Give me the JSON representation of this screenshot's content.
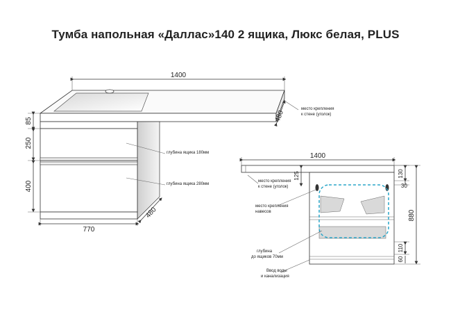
{
  "title": "Тумба напольная «Даллас»140  2 ящика, Люкс белая, PLUS",
  "left_view": {
    "width_top": "1400",
    "depth_top": "480",
    "height_top": "85",
    "drawer1_height": "250",
    "drawer2_height": "400",
    "base_width": "770",
    "base_depth": "480",
    "note_mount": [
      "место крепления",
      "к стене (уголок)"
    ],
    "note_drawer1": "глубина ящика 180мм",
    "note_drawer2": "глубина ящика 280мм"
  },
  "right_view": {
    "width_top": "1400",
    "dim_125": "125",
    "dim_130": "130",
    "dim_30": "30",
    "dim_880": "880",
    "dim_110": "110",
    "dim_60": "60",
    "note_mount": [
      "место крепления",
      "к стене (уголок)"
    ],
    "note_hinge": [
      "место крепления",
      "навесов"
    ],
    "note_depth": [
      "глубина",
      "до ящиков 70мм"
    ],
    "note_water": [
      "Ввод воды",
      "и канализация"
    ]
  }
}
